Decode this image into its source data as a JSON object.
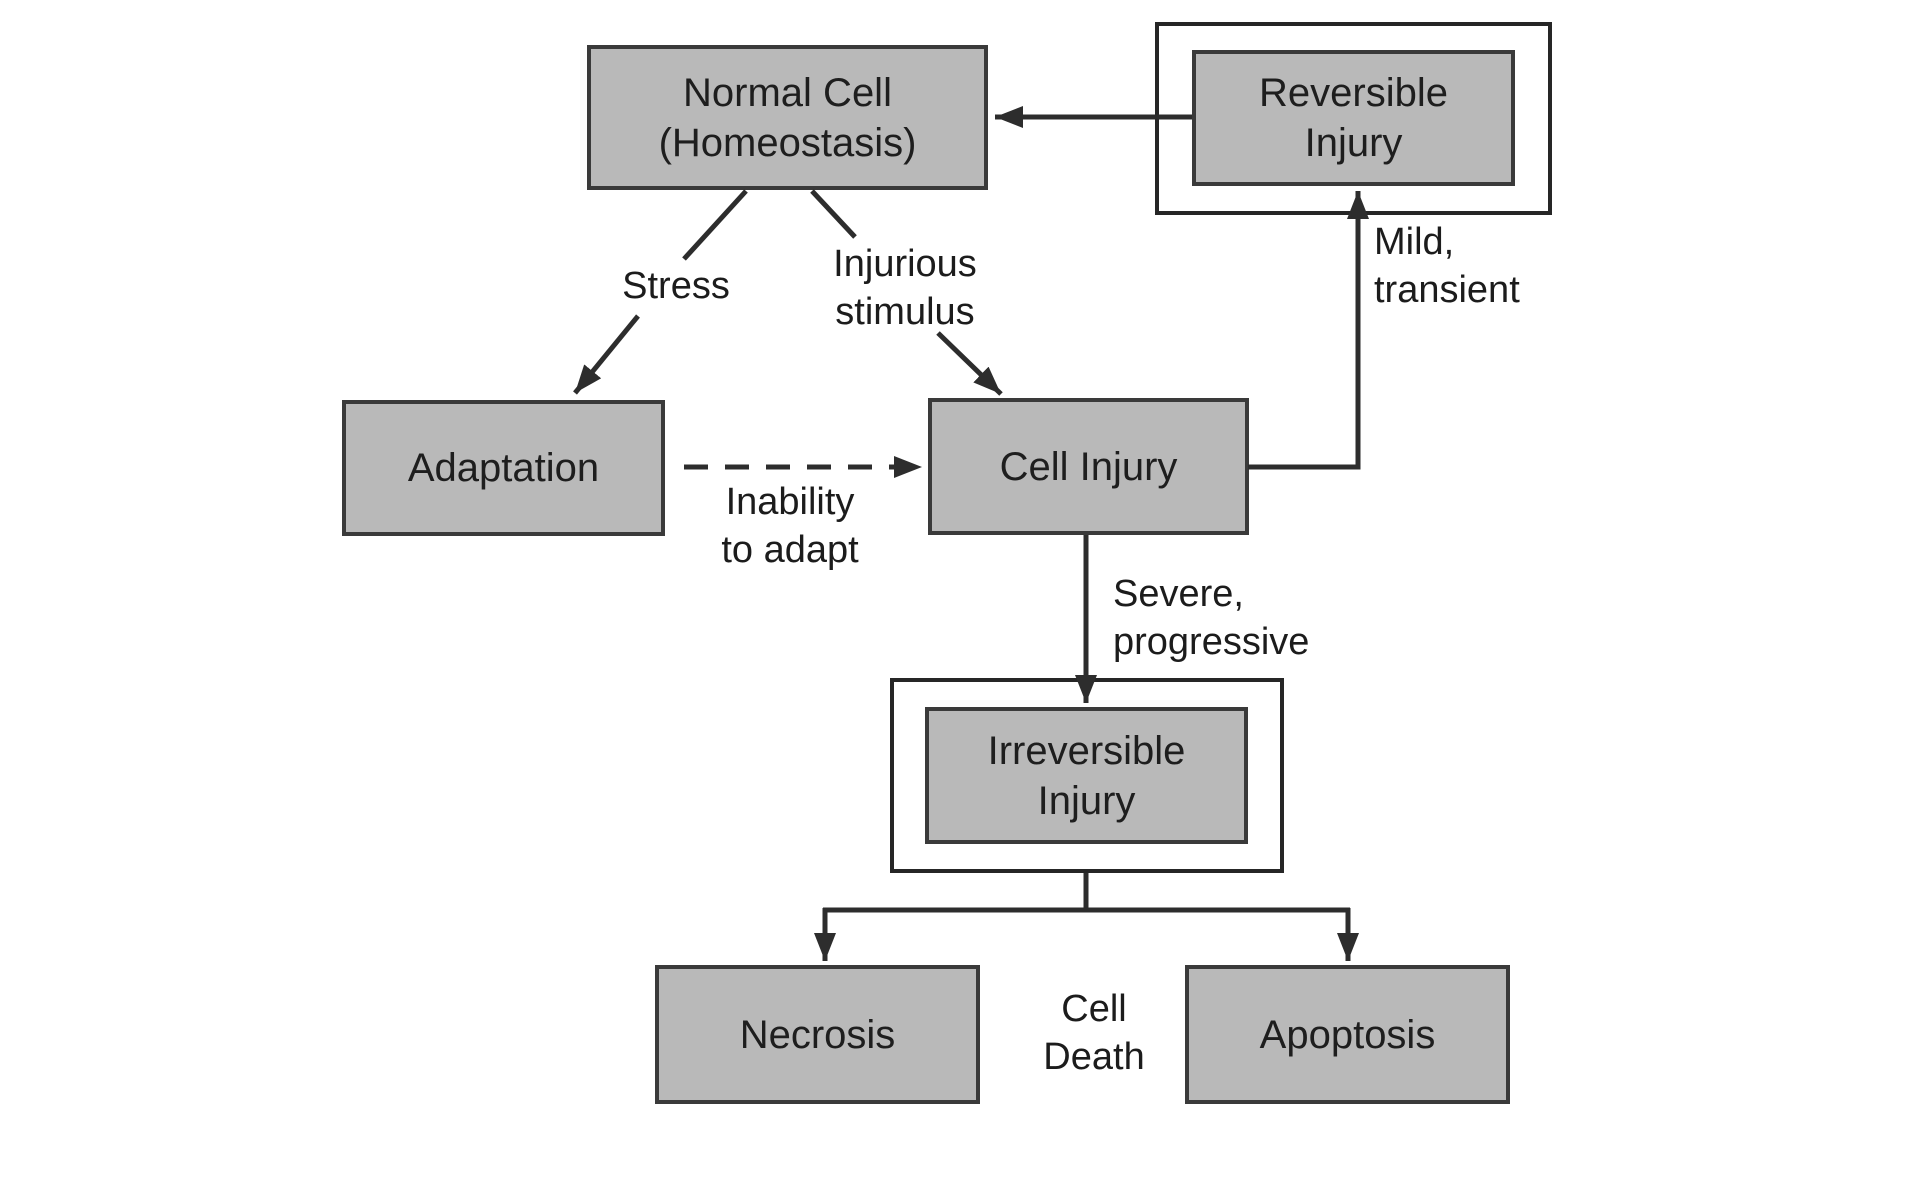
{
  "diagram": {
    "nodes": {
      "normal_cell": {
        "line1": "Normal Cell",
        "line2": "(Homeostasis)"
      },
      "reversible_injury": {
        "line1": "Reversible",
        "line2": "Injury"
      },
      "adaptation": {
        "label": "Adaptation"
      },
      "cell_injury": {
        "label": "Cell Injury"
      },
      "irreversible_injury": {
        "line1": "Irreversible",
        "line2": "Injury"
      },
      "necrosis": {
        "label": "Necrosis"
      },
      "apoptosis": {
        "label": "Apoptosis"
      }
    },
    "edge_labels": {
      "stress": {
        "label": "Stress"
      },
      "injurious_stimulus": {
        "line1": "Injurious",
        "line2": "stimulus"
      },
      "inability_to_adapt": {
        "line1": "Inability",
        "line2": "to adapt"
      },
      "mild_transient": {
        "line1": "Mild,",
        "line2": "transient"
      },
      "severe_progressive": {
        "line1": "Severe,",
        "line2": "progressive"
      },
      "cell_death": {
        "line1": "Cell",
        "line2": "Death"
      }
    },
    "colors": {
      "background": "#ffffff",
      "box_fill": "#b9b9b9",
      "box_border": "#3a3a3a",
      "frame_border": "#262626",
      "line": "#2d2d2d",
      "text": "#1e1e1e"
    }
  }
}
